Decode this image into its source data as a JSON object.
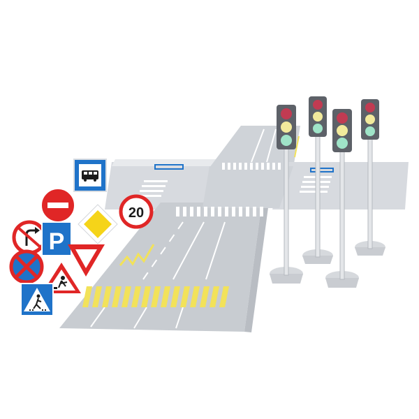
{
  "colors": {
    "background": "#ffffff",
    "road": "#c9cdd2",
    "road_light": "#d8dbdf",
    "sidewalk": "#e6e8eb",
    "marking": "#ffffff",
    "yellow": "#f2e25a",
    "sign_red": "#e02626",
    "sign_blue": "#1f73c9",
    "sign_yellow": "#f5d419",
    "pole": "#e4e6e9",
    "light_housing": "#5d6168"
  },
  "signs": {
    "speed_limit": "20",
    "parking": "P"
  },
  "icons": [
    "bus-stop-sign-icon",
    "no-entry-sign-icon",
    "priority-road-sign-icon",
    "speed-limit-sign-icon",
    "no-right-turn-sign-icon",
    "parking-sign-icon",
    "no-stopping-sign-icon",
    "give-way-sign-icon",
    "road-works-sign-icon",
    "pedestrian-crossing-sign-icon",
    "traffic-light-icon"
  ],
  "traffic_lights": 4
}
